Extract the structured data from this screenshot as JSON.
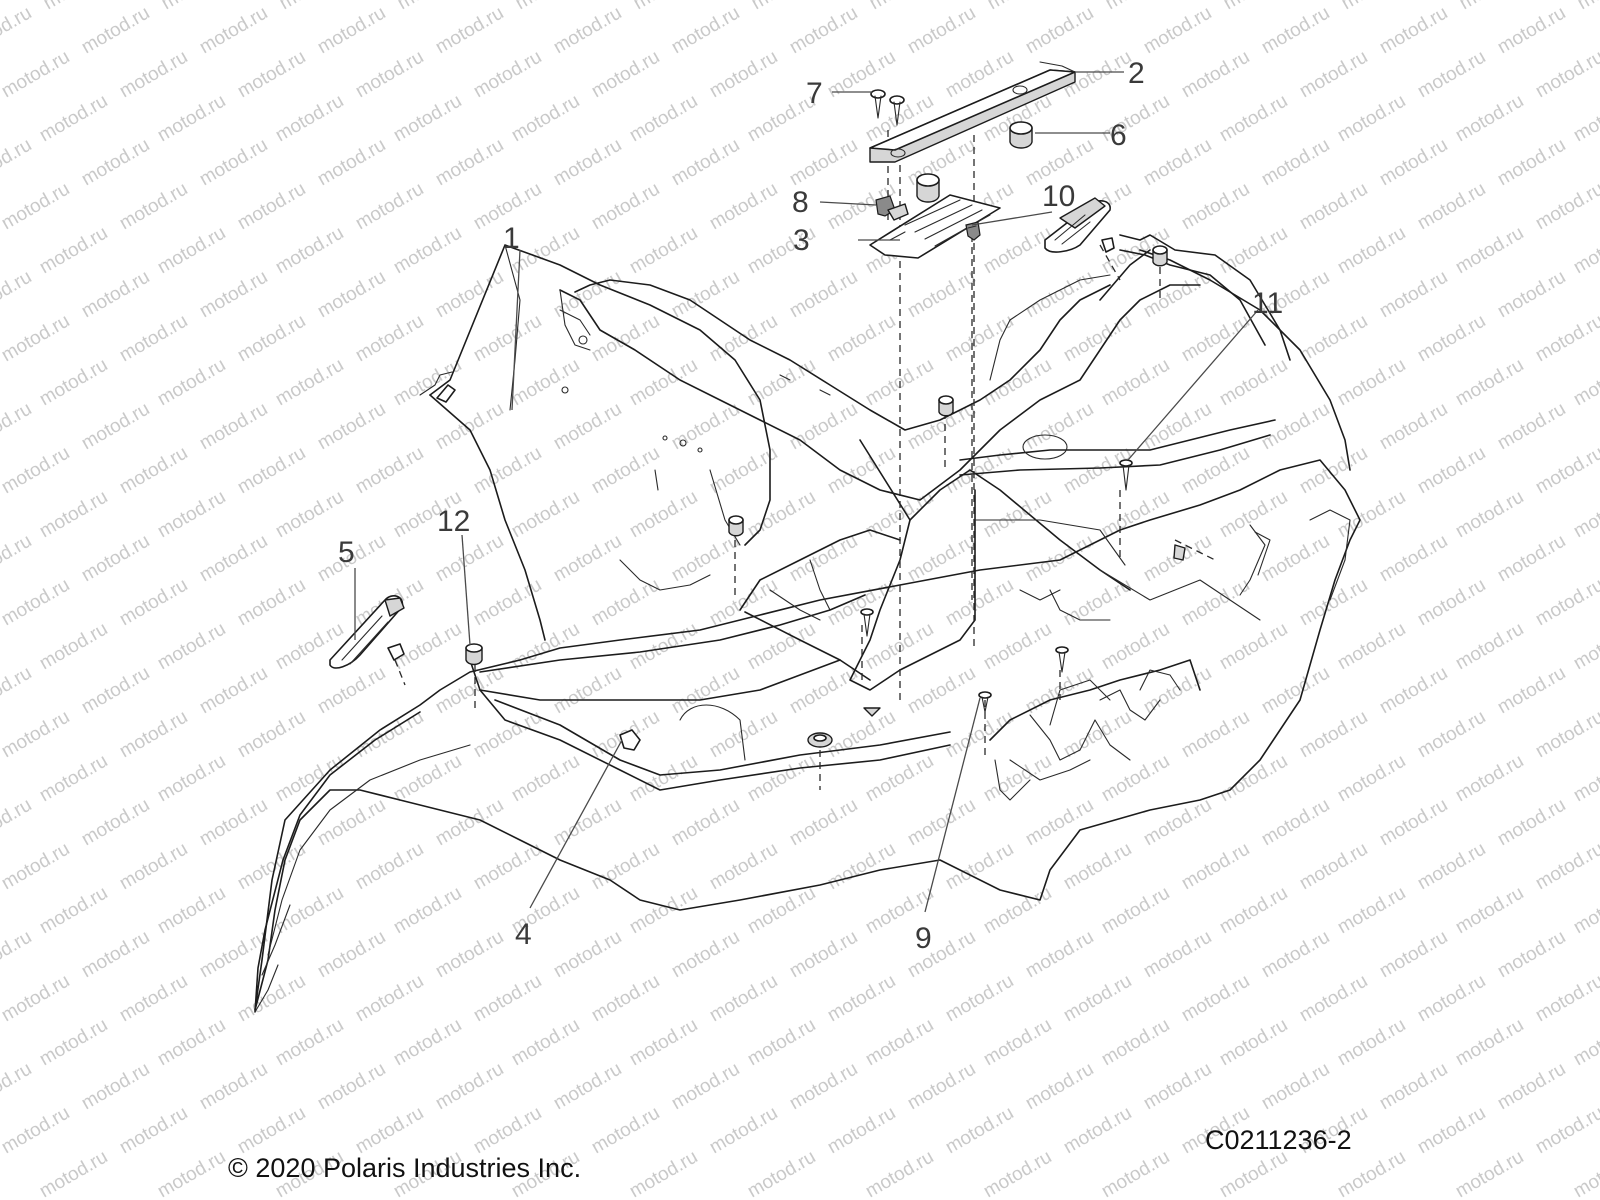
{
  "watermark": "motod.ru",
  "callouts": [
    "1",
    "2",
    "3",
    "4",
    "5",
    "6",
    "7",
    "8",
    "9",
    "10",
    "11",
    "12"
  ],
  "footer": {
    "copyright": "© 2020 Polaris Industries Inc.",
    "code": "C0211236-2"
  }
}
